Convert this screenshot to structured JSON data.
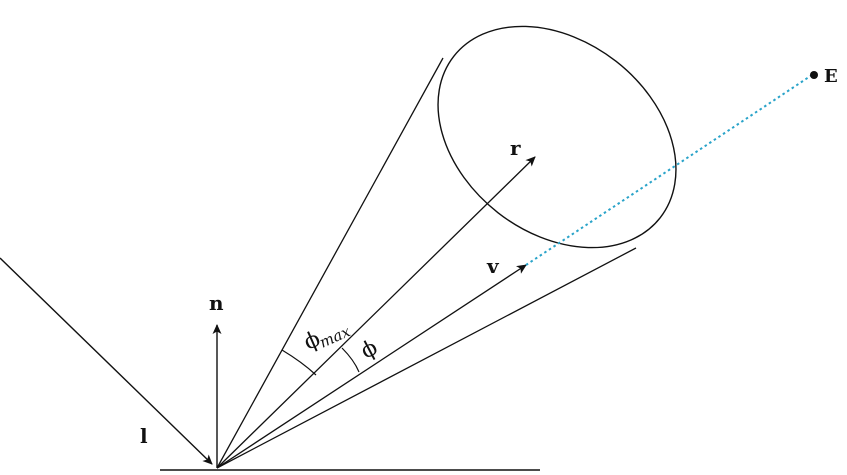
{
  "labels": {
    "eye_point": "E",
    "reflection_vector": "r",
    "view_vector": "v",
    "normal_vector": "n",
    "light_vector": "l",
    "phi_max_base": "ϕ",
    "phi_max_sub": "max",
    "phi": "ϕ"
  },
  "colors": {
    "line": "#111111",
    "eye_ray": "#29a3c9"
  }
}
